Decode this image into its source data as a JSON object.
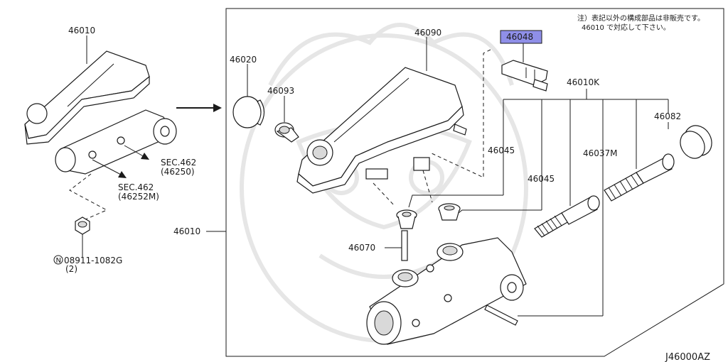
{
  "diagram": {
    "note_line1": "注）表記以外の構成部品は非販売です。",
    "note_line2": "46010 で対応して下さい。",
    "figure_code": "J46000AZ",
    "highlight_color": "#8f8fe8",
    "labels": {
      "left_assembly": "46010",
      "sec_upper": "SEC.462",
      "sec_upper_ref": "(46250)",
      "sec_lower": "SEC.462",
      "sec_lower_ref": "(46252M)",
      "nut_part": "08911-1082G",
      "nut_qty": "(2)",
      "nut_prefix": "N",
      "cap": "46020",
      "strainer": "46093",
      "reservoir": "46090",
      "sensor": "46048",
      "kit": "46010K",
      "seal": "46082",
      "grommet_a": "46045",
      "grommet_b": "46045",
      "piston_assy": "46037M",
      "pin": "46070",
      "frame_assembly": "46010"
    }
  }
}
